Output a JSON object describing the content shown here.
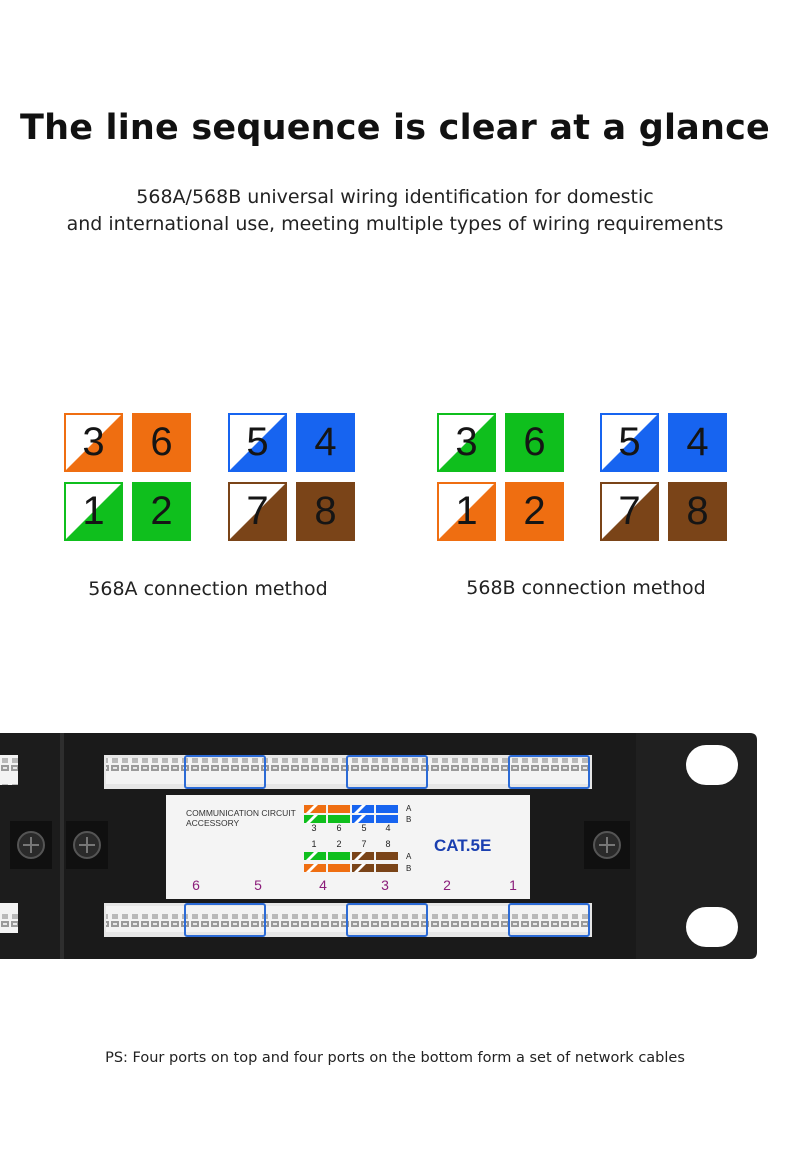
{
  "header": {
    "title": "The line sequence is clear at a glance",
    "subtitle_line1": "568A/568B universal wiring identification for domestic",
    "subtitle_line2": "and international use, meeting multiple types of wiring requirements"
  },
  "diagrams": {
    "a": {
      "caption": "568A connection method",
      "pairs": [
        [
          {
            "num": "3",
            "color": "#ef6e11",
            "striped": true
          },
          {
            "num": "6",
            "color": "#ef6e11",
            "striped": false
          },
          {
            "num": "1",
            "color": "#0fbf1d",
            "striped": true
          },
          {
            "num": "2",
            "color": "#0fbf1d",
            "striped": false
          }
        ],
        [
          {
            "num": "5",
            "color": "#1764f0",
            "striped": true
          },
          {
            "num": "4",
            "color": "#1764f0",
            "striped": false
          },
          {
            "num": "7",
            "color": "#7a4418",
            "striped": true
          },
          {
            "num": "8",
            "color": "#7a4418",
            "striped": false
          }
        ]
      ]
    },
    "b": {
      "caption": "568B connection method",
      "pairs": [
        [
          {
            "num": "3",
            "color": "#0fbf1d",
            "striped": true
          },
          {
            "num": "6",
            "color": "#0fbf1d",
            "striped": false
          },
          {
            "num": "1",
            "color": "#ef6e11",
            "striped": true
          },
          {
            "num": "2",
            "color": "#ef6e11",
            "striped": false
          }
        ],
        [
          {
            "num": "5",
            "color": "#1764f0",
            "striped": true
          },
          {
            "num": "4",
            "color": "#1764f0",
            "striped": false
          },
          {
            "num": "7",
            "color": "#7a4418",
            "striped": true
          },
          {
            "num": "8",
            "color": "#7a4418",
            "striped": false
          }
        ]
      ]
    }
  },
  "panel": {
    "label_line1": "COMMUNICATION CIRCUIT",
    "label_line2": "ACCESSORY",
    "model": "CAT.5E",
    "row_letters": [
      "A",
      "B"
    ],
    "label_top_numbers": [
      "3",
      "6",
      "5",
      "4"
    ],
    "label_bottom_numbers": [
      "1",
      "2",
      "7",
      "8"
    ],
    "port_numbers": [
      "6",
      "5",
      "4",
      "3",
      "2",
      "1"
    ],
    "label_ab": [
      "A",
      "B"
    ]
  },
  "footnote": "PS: Four ports on top and four ports on the bottom form a set of network cables",
  "colors": {
    "orange": "#ef6e11",
    "green": "#0fbf1d",
    "blue": "#1764f0",
    "brown": "#7a4418",
    "panel_black": "#1c1c1c",
    "port_number": "#8b1d7a",
    "model_text": "#1a3fb0"
  }
}
